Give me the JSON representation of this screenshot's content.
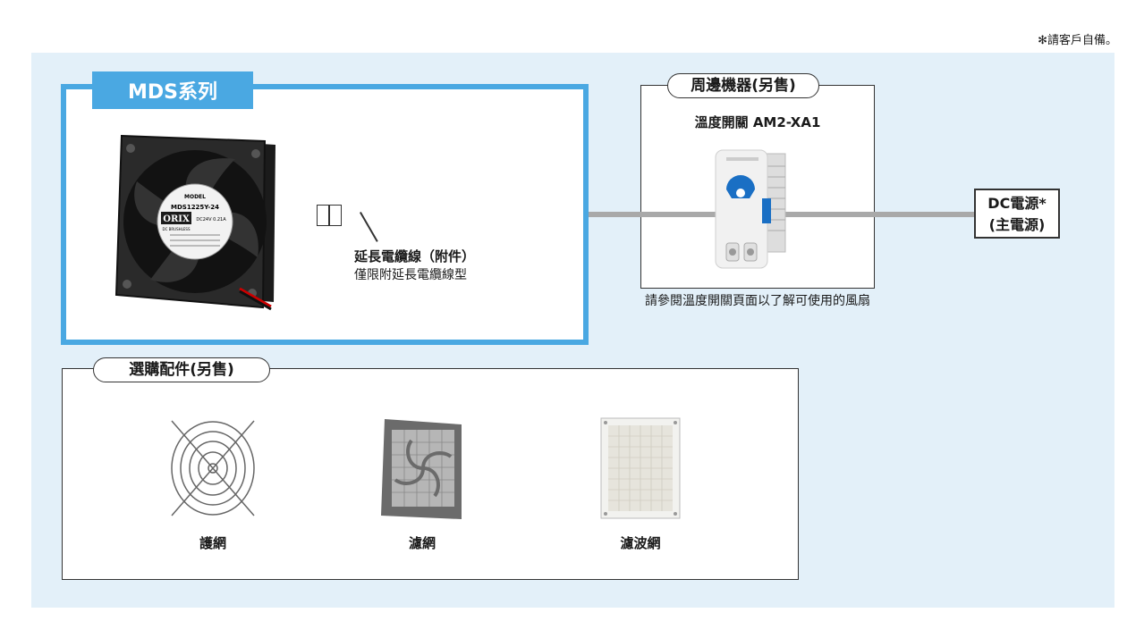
{
  "note": "✻請客戶自備。",
  "mds": {
    "label": "MDS系列"
  },
  "fan": {
    "model_text": "MODEL",
    "model_no": "MDS1225Y-24",
    "brand": "ORIX",
    "brand_sub": "DC BRUSHLESS",
    "rating": "DC24V 0.21A"
  },
  "extension_cable": {
    "title": "延長電纜線（附件）",
    "note": "僅限附延長電纜線型"
  },
  "peripheral": {
    "label": "周邊機器(另售)",
    "product": "溫度開關 AM2-XA1",
    "note": "請參閱溫度開關頁面以了解可使用的風扇"
  },
  "power": {
    "line1": "DC電源*",
    "line2": "(主電源)"
  },
  "options": {
    "label": "選購配件(另售)",
    "items": [
      {
        "name": "護網",
        "icon": "finger-guard-icon"
      },
      {
        "name": "濾網",
        "icon": "filter-icon"
      },
      {
        "name": "濾波網",
        "icon": "filter-mesh-icon"
      }
    ]
  },
  "colors": {
    "accent": "#4aa8e2",
    "panel_bg": "#e3f0f9",
    "cable": "#a9a9a9",
    "dial": "#1a6fc4"
  }
}
